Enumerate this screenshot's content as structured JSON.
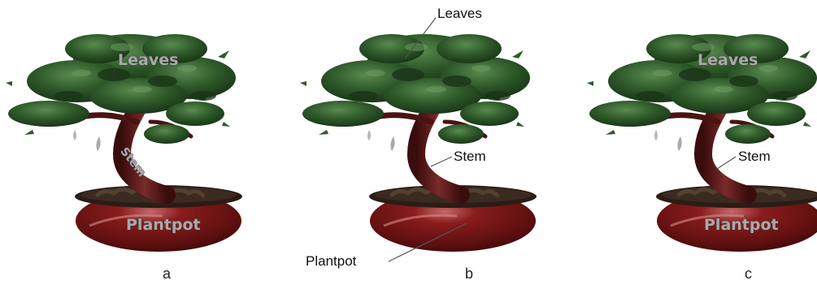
{
  "panels": [
    {
      "letter": "a",
      "leaves_label": "Leaves",
      "stem_label": "Stem",
      "pot_label": "Plantpot"
    },
    {
      "letter": "b",
      "leaves_label": "Leaves",
      "stem_label": "Stem",
      "pot_label": "Plantpot"
    },
    {
      "letter": "c",
      "leaves_label": "Leaves",
      "stem_label": "Stem",
      "pot_label": "Plantpot"
    }
  ],
  "colors": {
    "foliage_dark": "#1f3d1b",
    "foliage_mid": "#2f5a2a",
    "foliage_light": "#4c7a44",
    "trunk": "#5a1616",
    "pot": "#6b1212",
    "pot_highlight": "#b85a5a",
    "soil": "#3b2a20"
  }
}
